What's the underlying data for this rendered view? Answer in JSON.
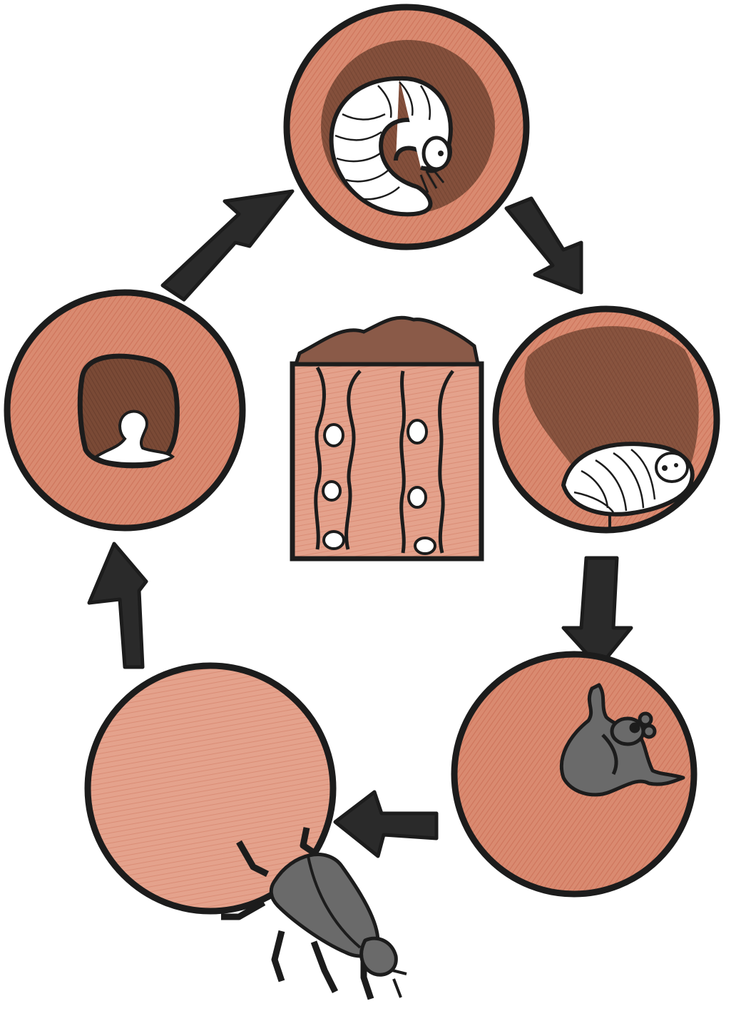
{
  "diagram": {
    "description_text": "",
    "stages": [
      {
        "id": "larva-in-ball",
        "icon": "larva-icon"
      },
      {
        "id": "prepupa-in-ball",
        "icon": "prepupa-icon"
      },
      {
        "id": "pupa-in-ball",
        "icon": "pupa-icon"
      },
      {
        "id": "beetle-emerging",
        "icon": "beetle-icon"
      },
      {
        "id": "egg-chamber",
        "icon": "egg-icon"
      }
    ],
    "center": {
      "id": "soil-tunnels",
      "icon": "soil-cross-section-icon"
    },
    "colors": {
      "ball": "#d98a70",
      "ball_dark": "#c4634a",
      "cavity": "#7a4a36",
      "soil_top": "#8a5a48",
      "outline": "#1c1c1c",
      "insect": "#6a6a6a",
      "larva": "#ffffff"
    }
  }
}
